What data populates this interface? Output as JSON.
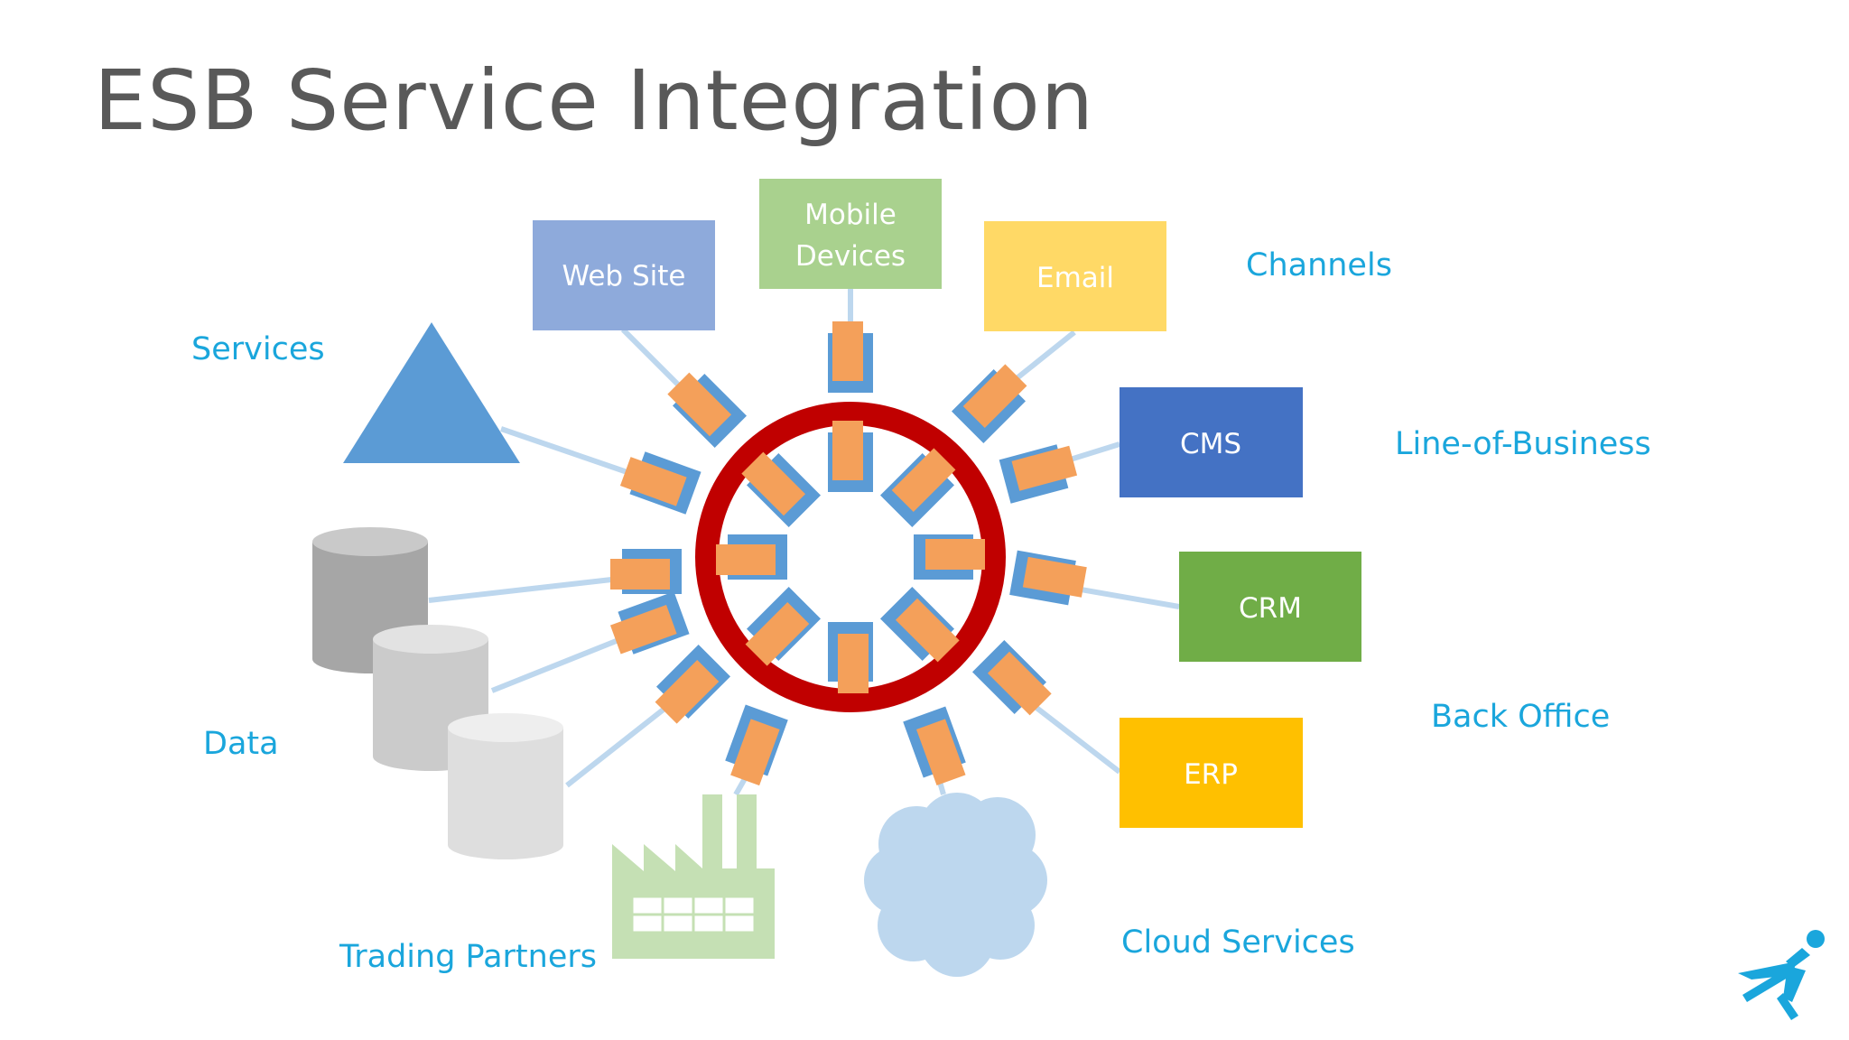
{
  "title": "ESB Service Integration",
  "nodes": {
    "web_site": "Web Site",
    "mobile_devices": [
      "Mobile",
      "Devices"
    ],
    "email": "Email",
    "cms": "CMS",
    "crm": "CRM",
    "erp": "ERP"
  },
  "categories": {
    "channels": "Channels",
    "line_of_business": "Line-of-Business",
    "back_office": "Back Office",
    "cloud_services": "Cloud Services",
    "trading_partners": "Trading Partners",
    "data": "Data",
    "services": "Services"
  },
  "colors": {
    "bus_ring": "#c00000",
    "adapter_fill": "#f4a05a",
    "adapter_border": "#5b9bd5",
    "connector": "#bdd7ee",
    "label_accent": "#1aa6dc",
    "web_site": "#8eaadb",
    "mobile_devices": "#a9d18e",
    "email": "#ffd966",
    "cms": "#4472c4",
    "crm": "#70ad47",
    "erp": "#ffc000",
    "services_shape": "#5b9bd5",
    "cloud": "#bdd7ee",
    "factory": "#c5e0b4",
    "logo": "#1aa6dc"
  },
  "icons": [
    "services-triangle-icon",
    "database-icon",
    "factory-icon",
    "cloud-icon",
    "runner-logo-icon"
  ]
}
